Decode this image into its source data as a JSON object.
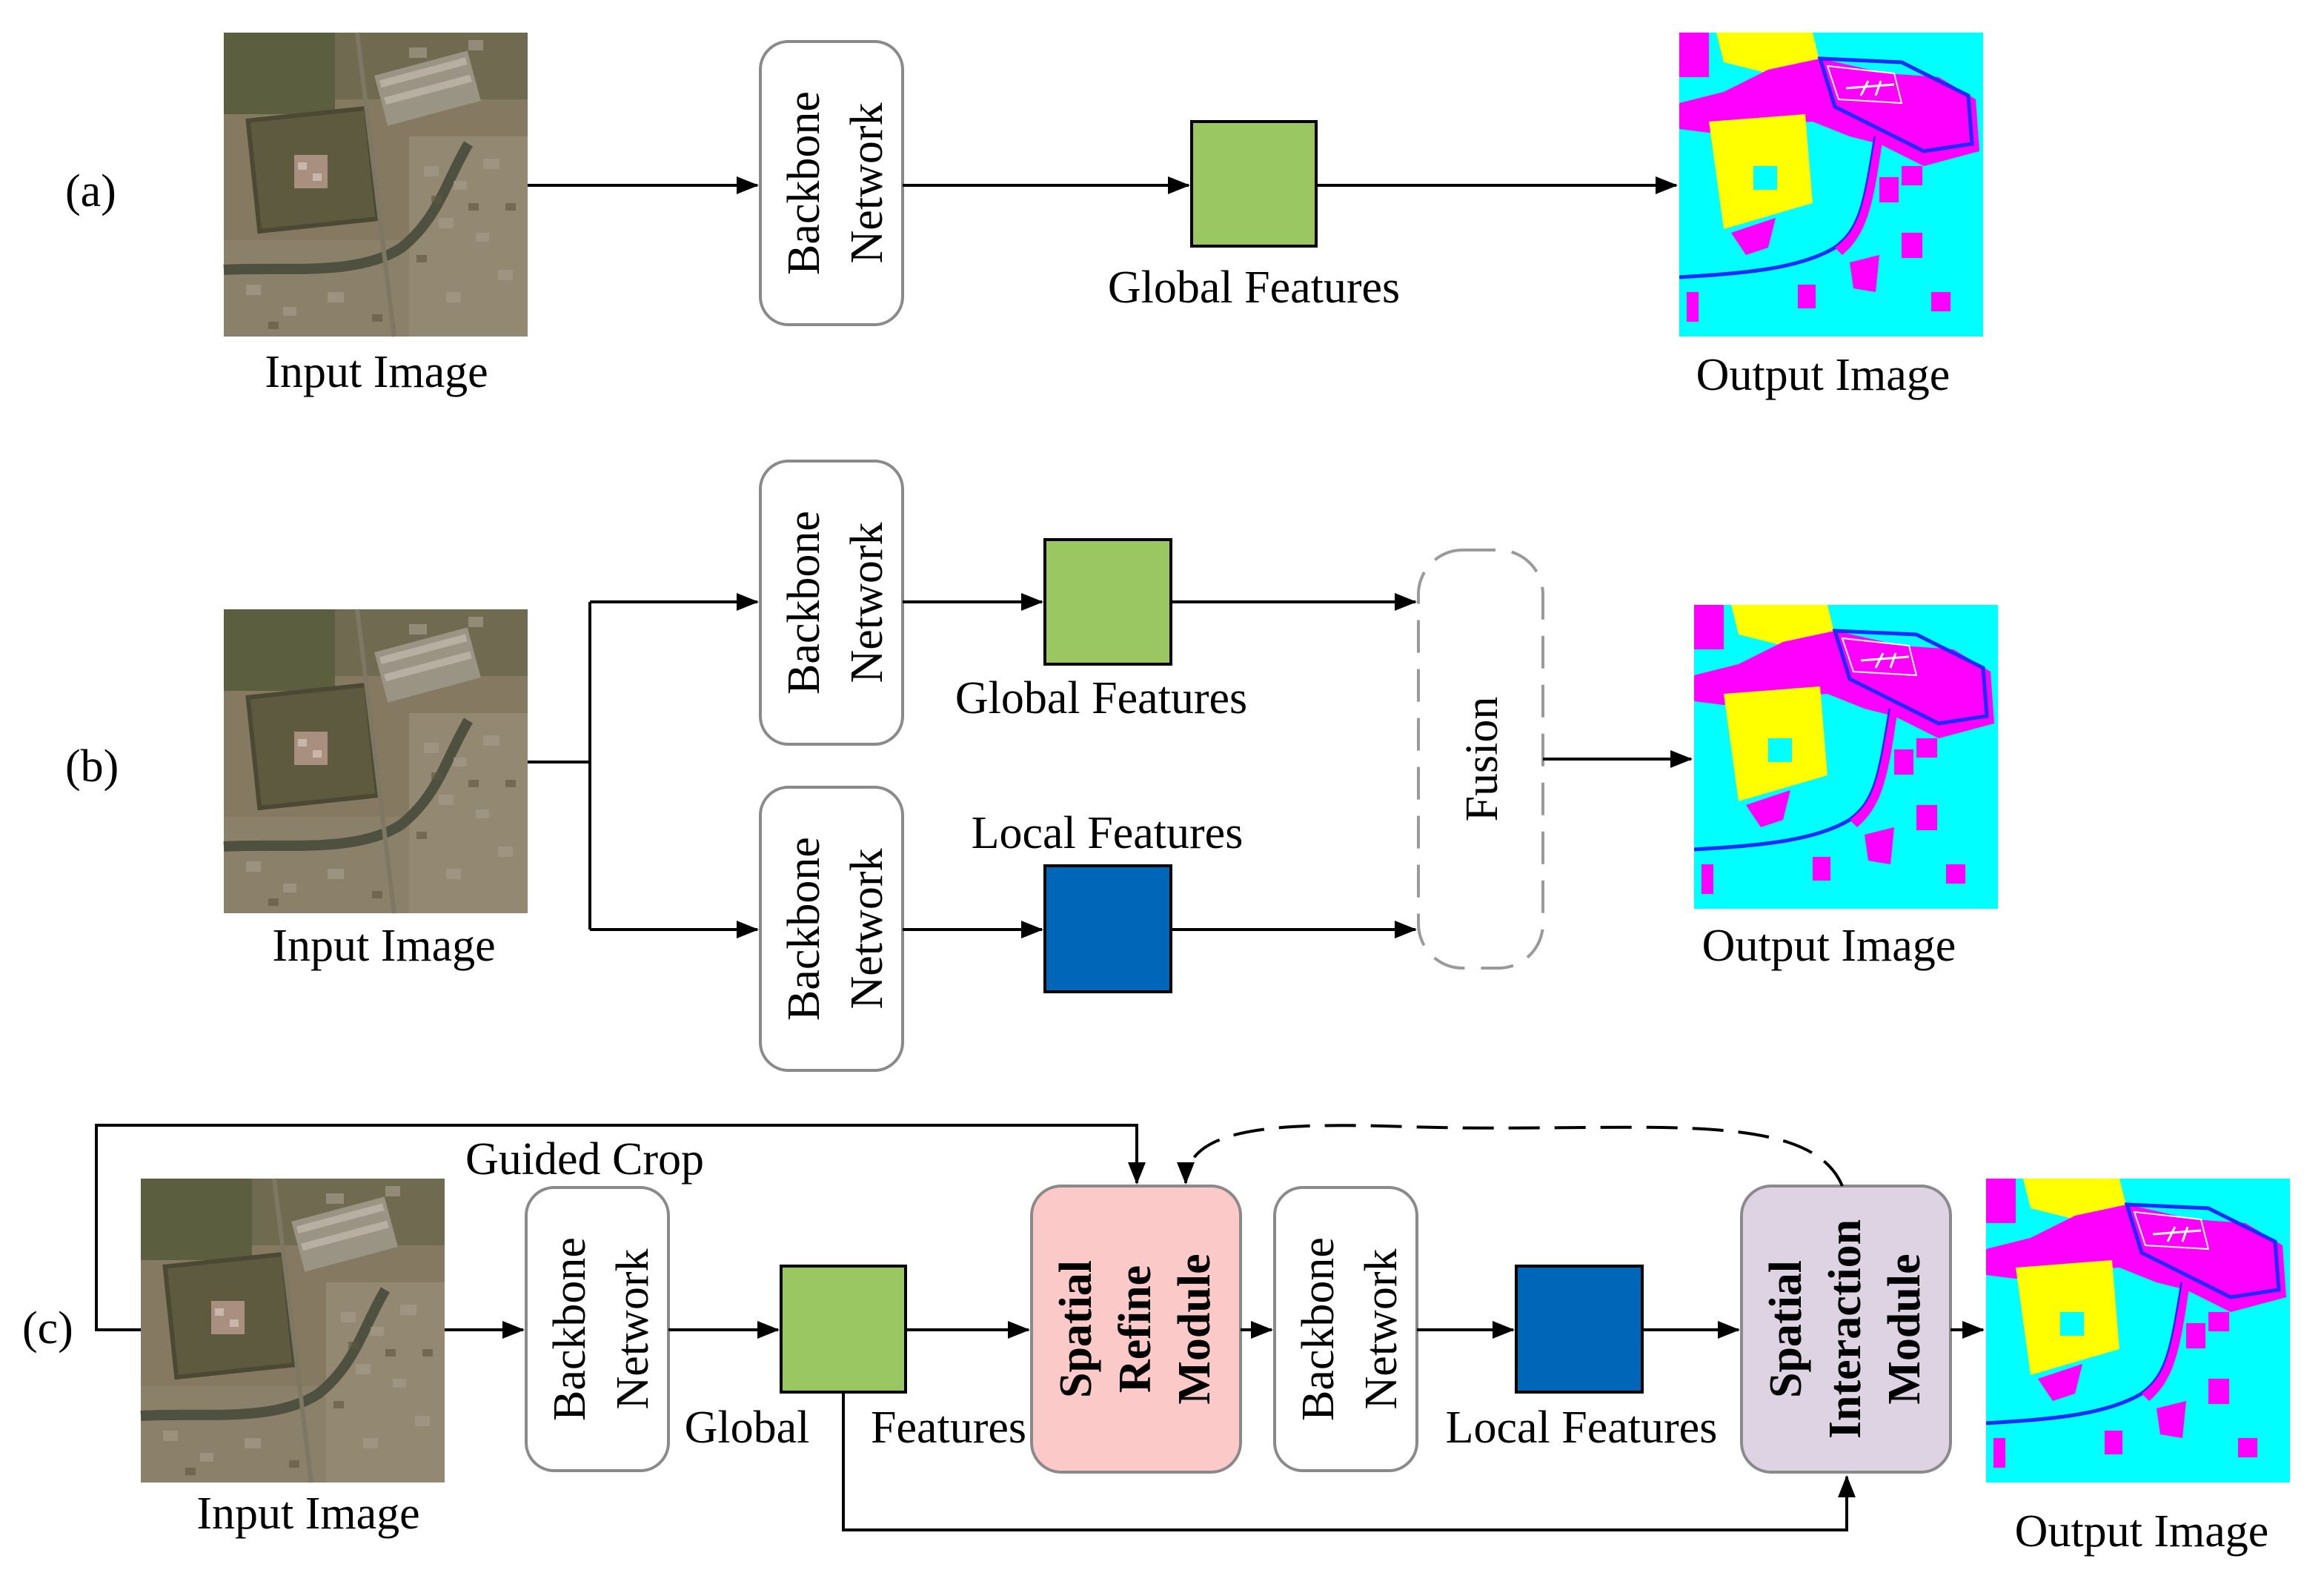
{
  "colors": {
    "global_feature": "#9BC762",
    "local_feature": "#0066B8",
    "refine_module": "#FBC9C7",
    "interaction_module": "#DED3E3",
    "seg_cyan": "#00FFFF",
    "seg_magenta": "#FF00FF",
    "seg_yellow": "#FFFF00",
    "seg_blue": "#1E2BFF"
  },
  "panel_a": {
    "label": "(a)",
    "input_caption": "Input Image",
    "backbone": [
      "Backbone",
      "Network"
    ],
    "features_caption": "Global Features",
    "output_caption": "Output Image"
  },
  "panel_b": {
    "label": "(b)",
    "input_caption": "Input Image",
    "backbone_top": [
      "Backbone",
      "Network"
    ],
    "backbone_bottom": [
      "Backbone",
      "Network"
    ],
    "global_caption": "Global Features",
    "local_caption": "Local Features",
    "fusion": "Fusion",
    "output_caption": "Output Image"
  },
  "panel_c": {
    "label": "(c)",
    "guided_crop": "Guided Crop",
    "input_caption": "Input Image",
    "backbone_1": [
      "Backbone",
      "Network"
    ],
    "global_word": "Global",
    "features_word": "Features",
    "refine_module": [
      "Spatial",
      "Refine",
      "Module"
    ],
    "backbone_2": [
      "Backbone",
      "Network"
    ],
    "local_caption": "Local Features",
    "interaction_module": [
      "Spatial",
      "Interaction",
      "Module"
    ],
    "output_caption": "Output Image"
  }
}
